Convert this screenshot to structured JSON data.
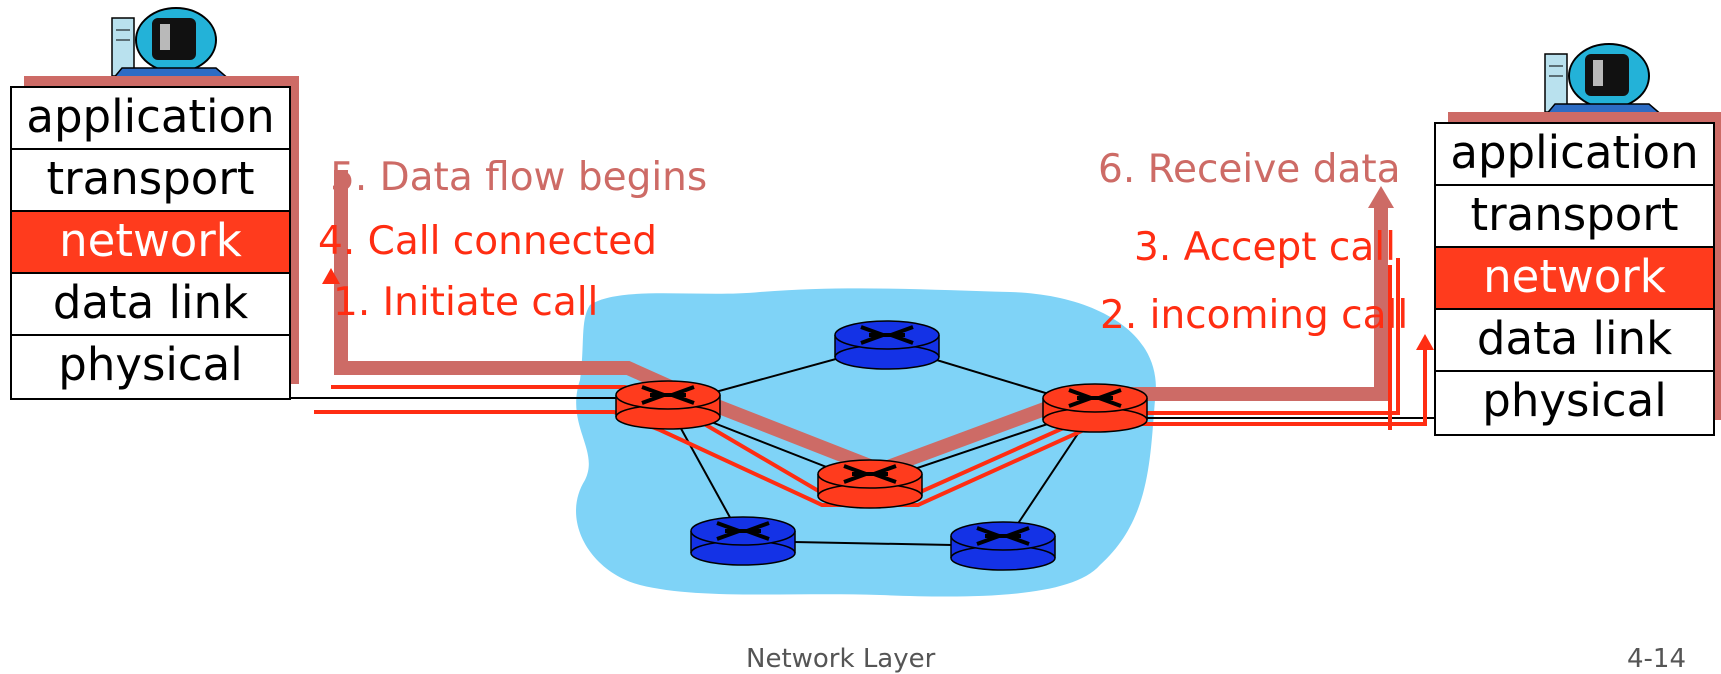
{
  "left_stack": [
    "application",
    "transport",
    "network",
    "data link",
    "physical"
  ],
  "right_stack": [
    "application",
    "transport",
    "network",
    "data link",
    "physical"
  ],
  "steps": {
    "s1": "1. Initiate call",
    "s2": "2. incoming call",
    "s3": "3. Accept call",
    "s4": "4. Call connected",
    "s5": "5. Data flow begins",
    "s6": "6. Receive data"
  },
  "footer": {
    "title": "Network Layer",
    "page": "4-14"
  },
  "colors": {
    "call_path": "#ff2d12",
    "data_path": "#cd6b66",
    "highlight": "#ff3b1d",
    "cloud": "#7fd3f7",
    "active_router": "#ff3b1d",
    "idle_router": "#1432e6"
  },
  "icons": [
    "computer-icon",
    "router-icon"
  ]
}
